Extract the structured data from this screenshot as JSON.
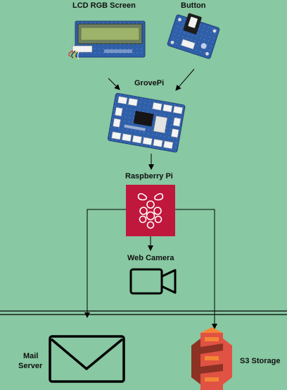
{
  "labels": {
    "lcd": "LCD RGB Screen",
    "button": "Button",
    "grovepi": "GrovePi",
    "raspberry_pi": "Raspberry Pi",
    "web_camera": "Web Camera",
    "mail_server_line1": "Mail",
    "mail_server_line2": "Server",
    "s3_storage": "S3 Storage"
  },
  "icons": {
    "lcd": "lcd-rgb-screen-module",
    "button": "grove-button-module",
    "grovepi": "grovepi-board",
    "raspberry_pi": "raspberry-pi-logo",
    "web_camera": "video-camera-icon",
    "mail_server": "envelope-icon",
    "s3_storage": "aws-s3-bucket-icon"
  },
  "colors": {
    "background": "#88c8a2",
    "raspberry_pi_tile": "#c0173c",
    "s3": "#e05243",
    "lines": "#000000"
  }
}
